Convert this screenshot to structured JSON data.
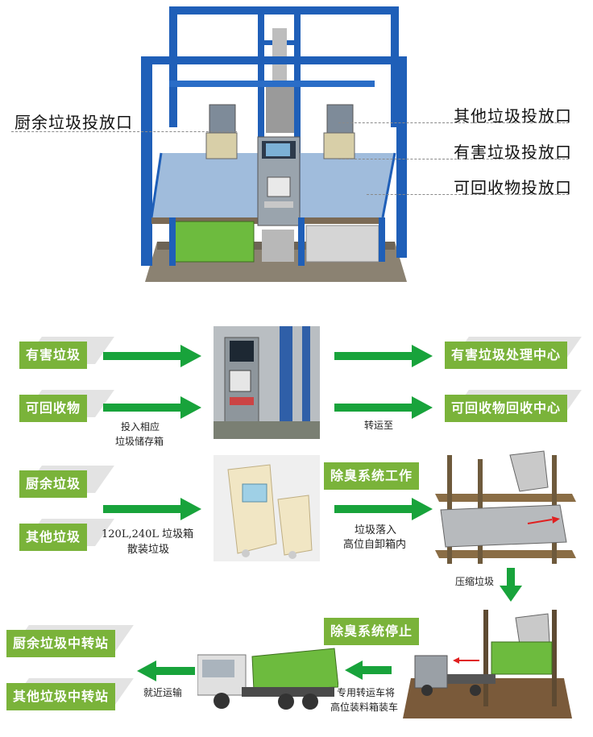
{
  "top_labels": {
    "kitchen_inlet": "厨余垃圾投放口",
    "other_inlet": "其他垃圾投放口",
    "hazard_inlet": "有害垃圾投放口",
    "recycle_inlet": "可回收物投放口"
  },
  "flow": {
    "row1": {
      "input_hazard": "有害垃圾",
      "input_recycle": "可回收物",
      "caption_left_1": "投入相应",
      "caption_left_2": "垃圾储存箱",
      "caption_right": "转运至",
      "output_hazard": "有害垃圾处理中心",
      "output_recycle": "可回收物回收中心"
    },
    "row2": {
      "input_kitchen": "厨余垃圾",
      "input_other": "其他垃圾",
      "caption_left_1": "120L,240L 垃圾箱",
      "caption_left_2": "散装垃圾",
      "deodor_start": "除臭系统工作",
      "caption_right_1": "垃圾落入",
      "caption_right_2": "高位自卸箱内",
      "caption_compress": "压缩垃圾"
    },
    "row3": {
      "deodor_stop": "除臭系统停止",
      "caption_truck_1": "专用转运车将",
      "caption_truck_2": "高位装料箱装车",
      "caption_nearby": "就近运输",
      "output_kitchen_station": "厨余垃圾中转站",
      "output_other_station": "其他垃圾中转站"
    }
  },
  "colors": {
    "badge_green": "#7ab33a",
    "arrow_green": "#18a33b",
    "frame_blue": "#1f5fb8"
  }
}
